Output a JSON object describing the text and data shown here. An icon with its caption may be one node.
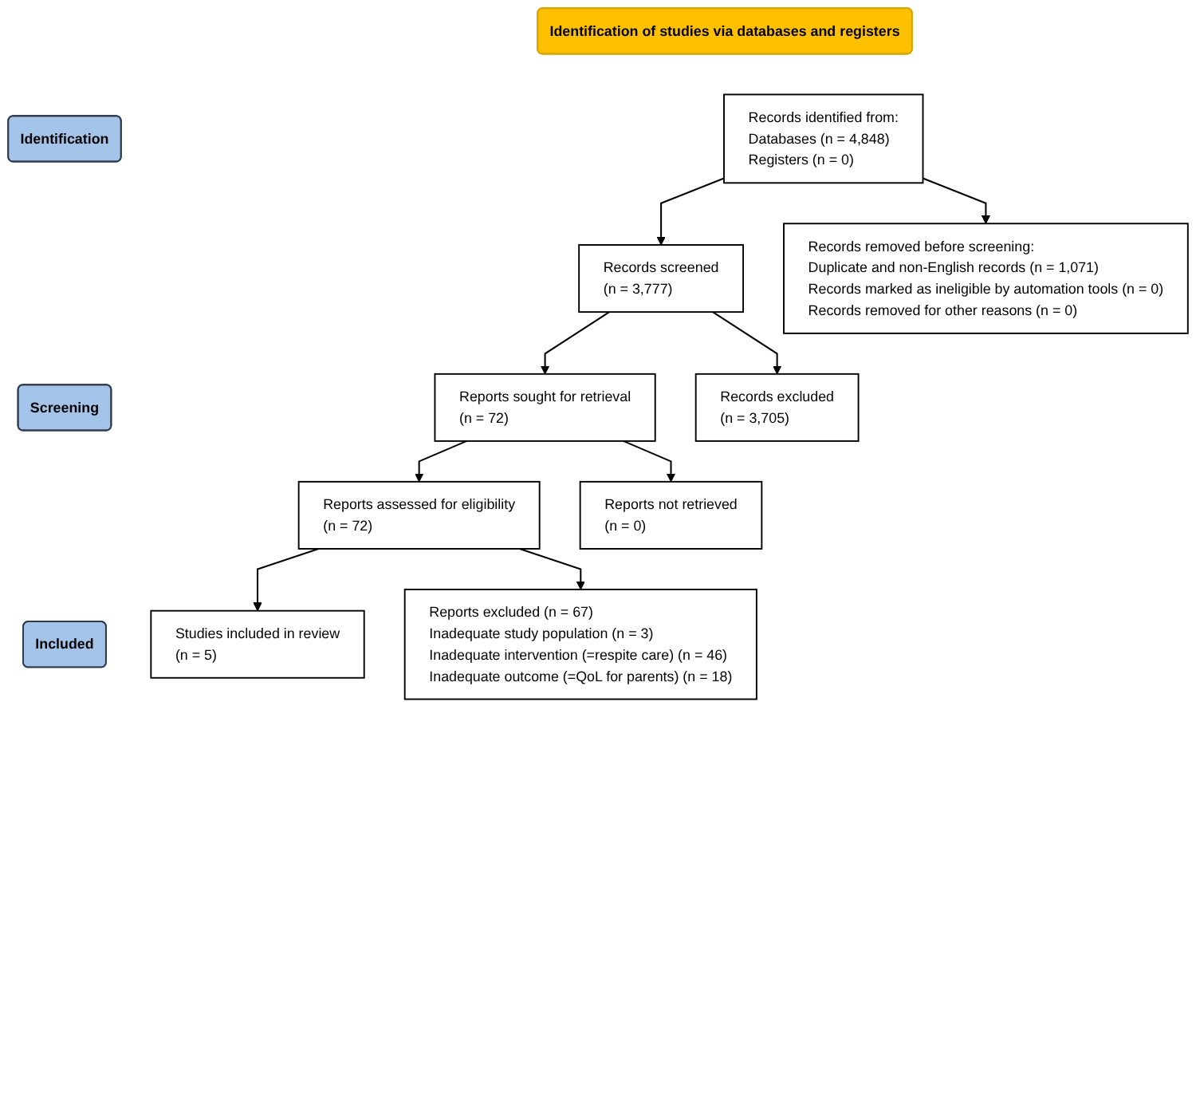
{
  "diagram": {
    "nodes": [
      {
        "text": [
          "Identification of studies via databases and registers"
        ]
      },
      {
        "text": [
          "Identification"
        ]
      },
      {
        "text": [
          "Records identified from:",
          "Databases (n = 4,848)",
          "Registers (n = 0)"
        ]
      },
      {
        "text": [
          "Records removed before screening:",
          "Duplicate and non-English records (n = 1,071)",
          "Records marked as ineligible by automation tools (n = 0)",
          "Records removed for other reasons (n = 0)"
        ]
      },
      {
        "text": [
          "Screening"
        ]
      },
      {
        "text": [
          "Records screened",
          "(n = 3,777)"
        ]
      },
      {
        "text": [
          "Records excluded",
          "(n = 3,705)"
        ]
      },
      {
        "text": [
          "Reports sought for retrieval",
          "(n = 72)"
        ]
      },
      {
        "text": [
          "Reports not retrieved",
          "(n = 0)"
        ]
      },
      {
        "text": [
          "Reports assessed for eligibility",
          "(n = 72)"
        ]
      },
      {
        "text": [
          "Reports excluded (n = 67)",
          "Inadequate study population (n = 3)",
          "Inadequate intervention (=respite care) (n = 46)",
          "Inadequate outcome (=QoL for parents) (n = 18)"
        ]
      },
      {
        "text": [
          "Included"
        ]
      },
      {
        "text": [
          "Studies included in review",
          "(n = 5)"
        ]
      }
    ],
    "edges": [
      {
        "from": 2,
        "to": 5,
        "arrow": "to"
      },
      {
        "from": 2,
        "to": 3,
        "arrow": "to"
      },
      {
        "from": 5,
        "to": 7,
        "arrow": "to"
      },
      {
        "from": 5,
        "to": 6,
        "arrow": "to"
      },
      {
        "from": 7,
        "to": 9,
        "arrow": "to"
      },
      {
        "from": 7,
        "to": 8,
        "arrow": "to"
      },
      {
        "from": 9,
        "to": 12,
        "arrow": "to"
      },
      {
        "from": 9,
        "to": 10,
        "arrow": "to"
      }
    ]
  }
}
